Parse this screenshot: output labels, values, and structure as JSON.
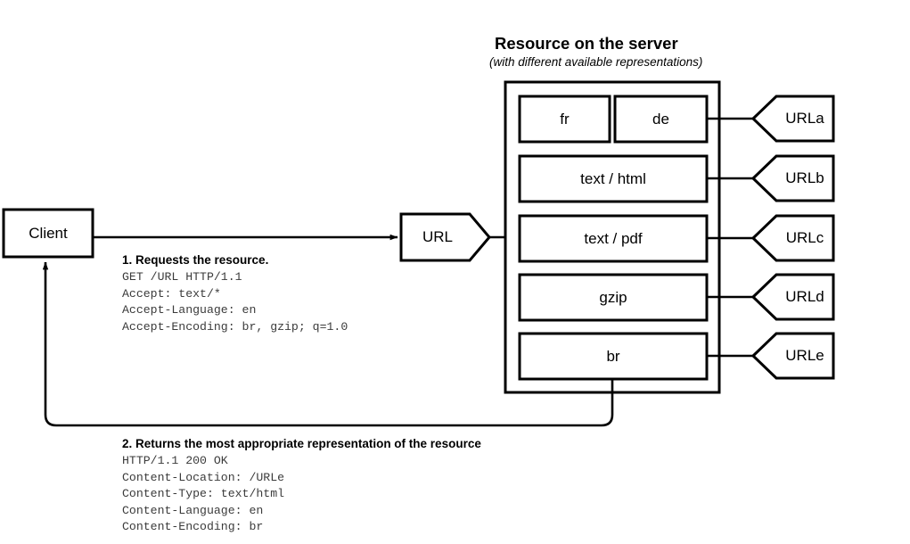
{
  "diagram": {
    "title": "Resource on the server",
    "subtitle": "(with different available representations)",
    "client": {
      "label": "Client"
    },
    "request_url_tag": {
      "label": "URL"
    },
    "representations": [
      {
        "label": "fr",
        "url_label": "URLa"
      },
      {
        "label": "de",
        "url_label": "URLa"
      },
      {
        "label": "text / html",
        "url_label": "URLb"
      },
      {
        "label": "text / pdf",
        "url_label": "URLc"
      },
      {
        "label": "gzip",
        "url_label": "URLd"
      },
      {
        "label": "br",
        "url_label": "URLe"
      }
    ],
    "url_tags": [
      {
        "label": "URLa"
      },
      {
        "label": "URLb"
      },
      {
        "label": "URLc"
      },
      {
        "label": "URLd"
      },
      {
        "label": "URLe"
      }
    ],
    "request_message": {
      "title": "1. Requests the resource.",
      "lines": [
        "GET /URL HTTP/1.1",
        "Accept: text/*",
        "Accept-Language: en",
        "Accept-Encoding: br, gzip; q=1.0"
      ],
      "text": "GET /URL HTTP/1.1\nAccept: text/*\nAccept-Language: en\nAccept-Encoding: br, gzip; q=1.0"
    },
    "response_message": {
      "title": "2. Returns the most appropriate representation of the resource",
      "lines": [
        "HTTP/1.1 200 OK",
        "Content-Location: /URLe",
        "Content-Type: text/html",
        "Content-Language: en",
        "Content-Encoding: br"
      ],
      "text": "HTTP/1.1 200 OK\nContent-Location: /URLe\nContent-Type: text/html\nContent-Language: en\nContent-Encoding: br"
    },
    "colors": {
      "stroke": "#000000",
      "background": "#ffffff",
      "fill": "#ffffff",
      "mono_text": "#3b3b3b"
    }
  }
}
